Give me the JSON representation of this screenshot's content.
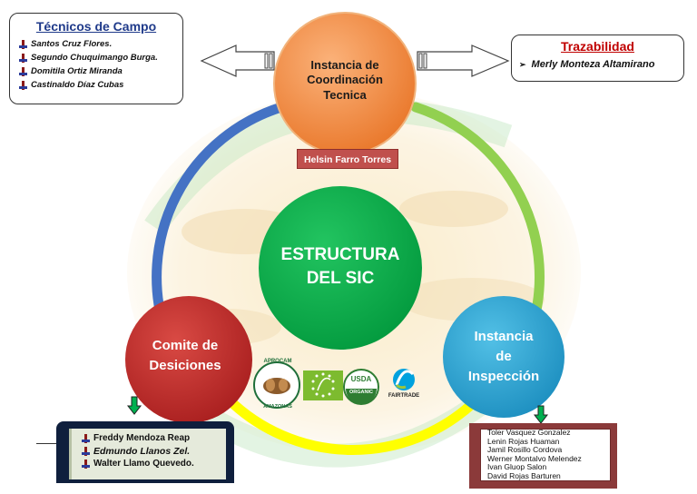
{
  "tecnicos": {
    "title": "Técnicos de Campo",
    "items": [
      "Santos Cruz Flores.",
      "Segundo Chuquimango Burga.",
      "Domitila Ortiz Miranda",
      "Castinaldo Díaz Cubas"
    ]
  },
  "trazabilidad": {
    "title": "Trazabilidad",
    "bullet": "➢",
    "name": "Merly Monteza Altamirano"
  },
  "coordinacion": {
    "line1": "Instancia de",
    "line2": "Coordinación",
    "line3": "Tecnica",
    "leader": "Helsin Farro Torres"
  },
  "centro": {
    "line1": "ESTRUCTURA",
    "line2": "DEL SIC"
  },
  "comite": {
    "line1": "Comite de",
    "line2": "Desiciones",
    "items": [
      "Freddy Mendoza Reap",
      "Edmundo Llanos Zel.",
      "Walter Llamo Quevedo."
    ]
  },
  "inspeccion": {
    "line1": "Instancia",
    "line2": "de",
    "line3": "Inspección",
    "items": [
      "Toler Vasquez Gonzalez",
      "Lenin Rojas Huaman",
      "Jamil Rosillo Cordova",
      "Werner Montalvo Melendez",
      "Ivan Gluop Salon",
      "David Rojas Barturen"
    ]
  },
  "logos": {
    "aprocam_top": "APROCAM",
    "aprocam_bottom": "AMAZONAS",
    "usda_top": "USDA",
    "usda_bottom": "ORGANIC",
    "fairtrade": "FAIRTRADE"
  },
  "colors": {
    "orange": "#f79646",
    "green": "#00b050",
    "red": "#c0504d",
    "teal": "#31a5d4",
    "ring_blue": "#4472c4",
    "ring_green": "#92d050",
    "ring_yellow": "#ffff00"
  }
}
